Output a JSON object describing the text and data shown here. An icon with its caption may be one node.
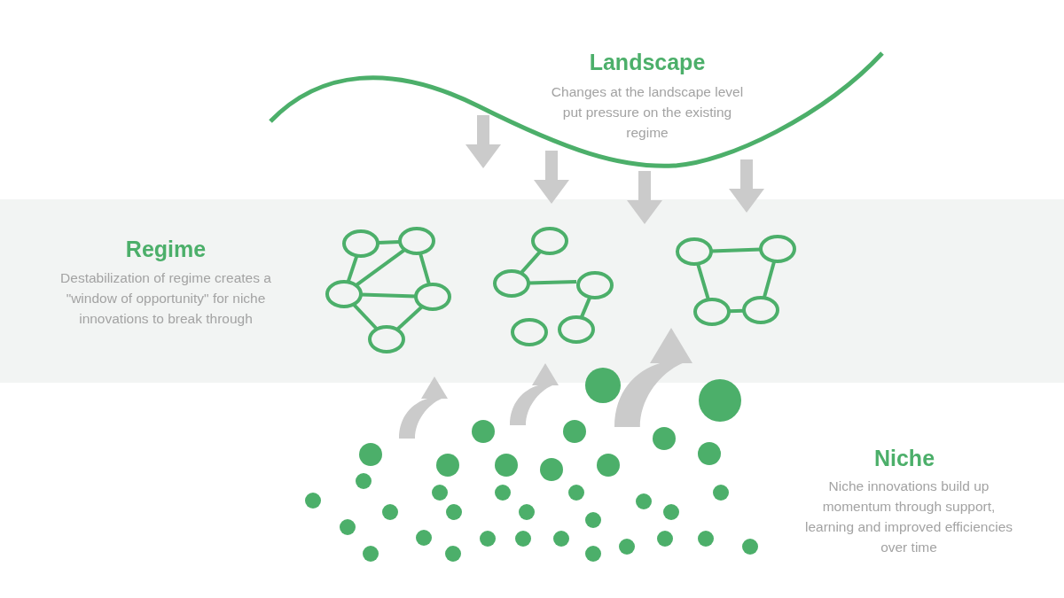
{
  "diagram": {
    "nodes": [
      {
        "text": [
          "Regime",
          "Destabilization of regime creates a \"window of opportunity\" for niche innovations to break through"
        ]
      }
    ],
    "labels": [
      "Landscape",
      "Changes at the landscape level put pressure on the existing regime",
      "Niche",
      "Niche innovations build up momentum through support, learning and improved efficiencies over time"
    ]
  }
}
